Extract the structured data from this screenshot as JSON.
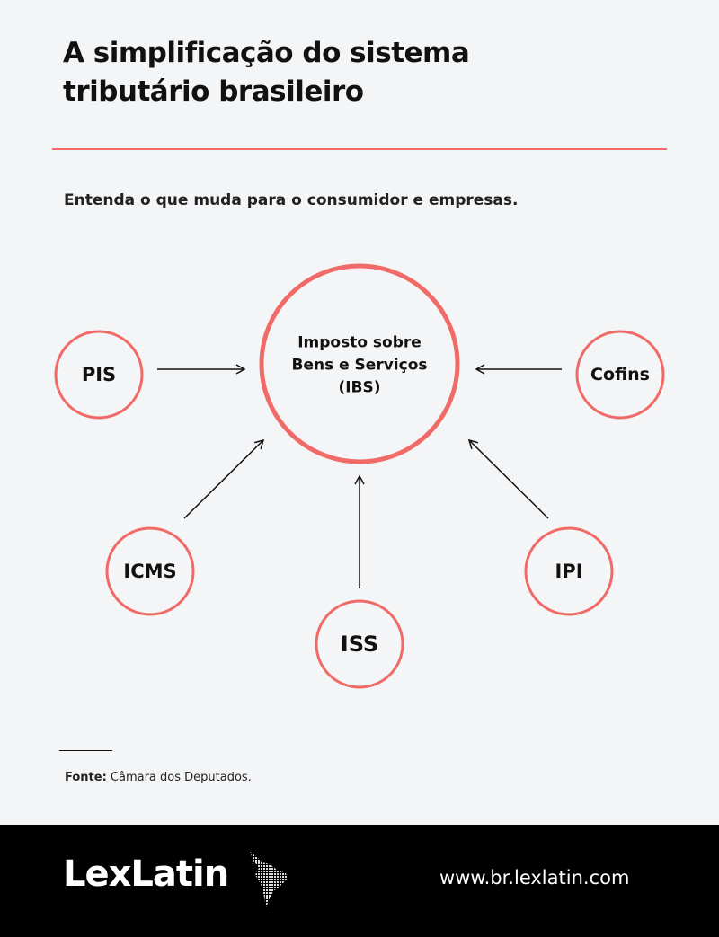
{
  "header": {
    "title": "A simplificação do sistema tributário brasileiro",
    "subtitle": "Entenda o que muda para o consumidor e empresas."
  },
  "diagram": {
    "center": {
      "line1": "Imposto sobre",
      "line2": "Bens e Serviços",
      "line3": "(IBS)"
    },
    "nodes": [
      {
        "label": "PIS"
      },
      {
        "label": "Cofins"
      },
      {
        "label": "ICMS"
      },
      {
        "label": "ISS"
      },
      {
        "label": "IPI"
      }
    ],
    "accent": "#f06b67"
  },
  "source": {
    "label": "Fonte:",
    "text": " Câmara dos Deputados."
  },
  "footer": {
    "logo": "LexLatin",
    "url": "www.br.lexlatin.com"
  }
}
